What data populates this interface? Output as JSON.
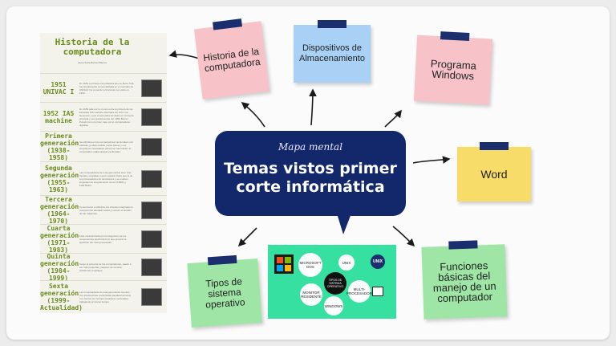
{
  "center": {
    "subtitle": "Mapa mental",
    "title_line1": "Temas vistos primer",
    "title_line2": "corte informática",
    "color": "#13286b"
  },
  "notes": {
    "historia": {
      "text": "Historia de la computadora",
      "color": "#f7c3c9"
    },
    "dispositivos": {
      "text": "Dispositivos de Almacenamiento",
      "color": "#a9d1f5"
    },
    "windows": {
      "text": "Programa Windows",
      "color": "#f7c3c9"
    },
    "word": {
      "text": "Word",
      "color": "#f8dc6a"
    },
    "funciones": {
      "text": "Funciones básicas del manejo de un computador",
      "color": "#9fe6a6"
    },
    "sistema": {
      "text": "Tipos de sistema operativo",
      "color": "#9fe6a6"
    }
  },
  "timeline": {
    "title": "Historia de la computadora",
    "author": "Laura Sofía Barrios Barrios",
    "accent": "#6a8a1c",
    "rows": [
      {
        "label": "1951 UNIVAC I",
        "text": "En 1951 a primera computadora que se llamó Tully fue ampliamente comercializada en el mercado de UNIVAC I la comenzó a funcionar con éxito en 1952."
      },
      {
        "label": "1952 IAS machine",
        "text": "En 1952 sale por lo menos entre la primera de las llamadas IAS machine diseñada por John von Neumann y que incorporaba los datos en memoria principal y sus predecesoras. En 1952 Bernet Powell creó el primer caso como computadoras digitales."
      },
      {
        "label": "Primera generación (1938-1958)",
        "text": "Se utilizaba en las computadoras funcionaban con válvulas, podían realizar pocas tareas y sus programas necesitaban alimentar información el computador usaba tarjetas perforadas."
      },
      {
        "label": "Segunda generación (1955-1963)",
        "text": "Las computadoras de esta generación eran más rápidas, ocupaban menor espacio físico que la de los procesadores de transistores y se usaban lenguajes de programación como COBOL y FORTRAN."
      },
      {
        "label": "Tercera generación (1964-1970)",
        "text": "Comenzaron a utilizarse los circuitos integrados lo cual permitió abaratar costos y reducir el tamaño de las máquinas."
      },
      {
        "label": "Cuarta generación (1971-1983)",
        "text": "Fase caracterizada por la integración de los componentes electrónicos lo que propició la aparición del microprocesador."
      },
      {
        "label": "Quinta generación (1984-1999)",
        "text": "Surge la potencia de las computadoras, pasan a ser más pequeñas, capaces de resolver problemas complejos."
      },
      {
        "label": "Sexta generación (1999-Actualidad)",
        "text": "Las computadoras de esta generación cuentan con arquitecturas combinadas paralelo/vectorial, con cientos de microprocesadores vectoriales trabajando al mismo tiempo."
      }
    ]
  },
  "os_panel": {
    "color": "#35e0a0",
    "center_label": "TIPOS DE SISTEMA OPERATIVO",
    "items": [
      {
        "label": "MICROSOFT DOS"
      },
      {
        "label": "UNIX"
      },
      {
        "label": "MONITOR RESIDENTE"
      },
      {
        "label": "MULTI-PROCESADOR"
      },
      {
        "label": "WINDOWS"
      }
    ],
    "logo_unix": "UNIX"
  }
}
